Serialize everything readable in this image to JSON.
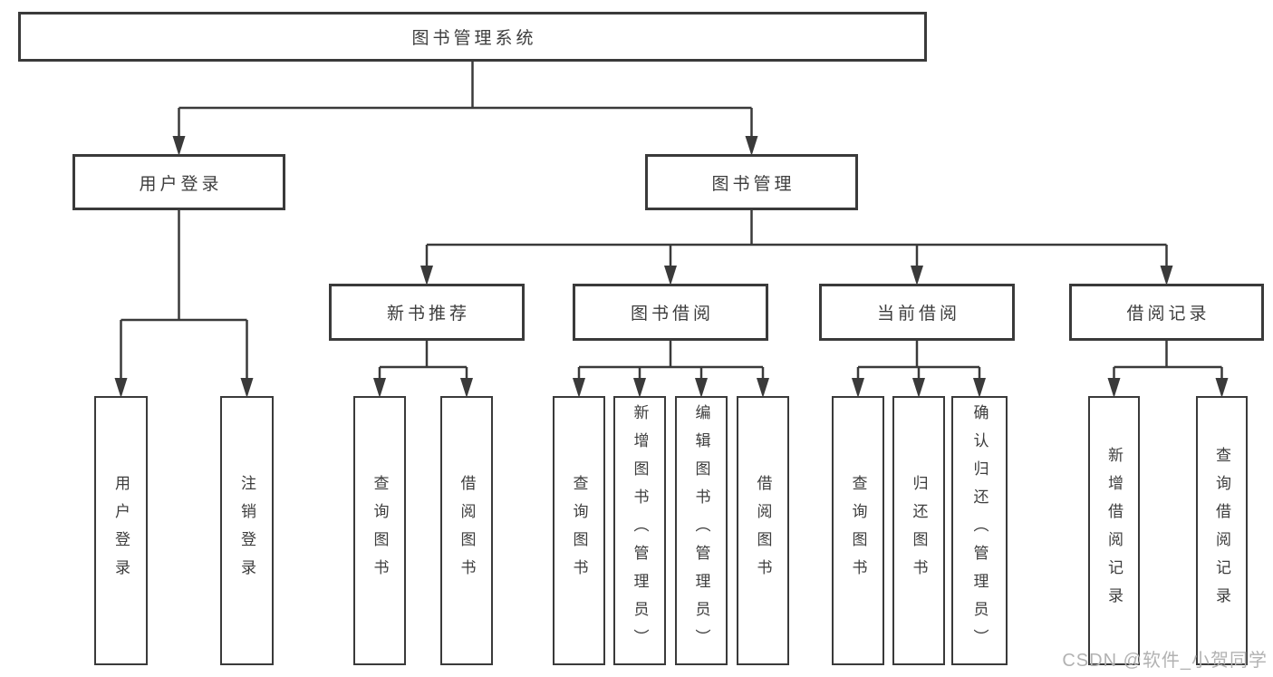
{
  "diagram": {
    "title": "图书管理系统",
    "watermark": "CSDN @软件_小贺同学",
    "colors": {
      "line": "#3a3a3a",
      "border": "#3a3a3a",
      "text": "#3d3d3d",
      "background": "#ffffff",
      "watermark": "#b2b2b2"
    },
    "nodes": [
      {
        "id": "root",
        "label": "图书管理系统",
        "parent": null,
        "level": 1,
        "orientation": "horizontal"
      },
      {
        "id": "user-login",
        "label": "用户登录",
        "parent": "root",
        "level": 2,
        "orientation": "horizontal"
      },
      {
        "id": "book-mgmt",
        "label": "图书管理",
        "parent": "root",
        "level": 2,
        "orientation": "horizontal"
      },
      {
        "id": "new-book-rec",
        "label": "新书推荐",
        "parent": "book-mgmt",
        "level": 3,
        "orientation": "horizontal"
      },
      {
        "id": "book-borrow",
        "label": "图书借阅",
        "parent": "book-mgmt",
        "level": 3,
        "orientation": "horizontal"
      },
      {
        "id": "current-borrow",
        "label": "当前借阅",
        "parent": "book-mgmt",
        "level": 3,
        "orientation": "horizontal"
      },
      {
        "id": "borrow-records",
        "label": "借阅记录",
        "parent": "book-mgmt",
        "level": 3,
        "orientation": "horizontal"
      },
      {
        "id": "leaf-user-login",
        "label": "用户登录",
        "parent": "user-login",
        "level": 4,
        "orientation": "vertical"
      },
      {
        "id": "leaf-logout",
        "label": "注销登录",
        "parent": "user-login",
        "level": 4,
        "orientation": "vertical"
      },
      {
        "id": "leaf-query-book-1",
        "label": "查询图书",
        "parent": "new-book-rec",
        "level": 4,
        "orientation": "vertical"
      },
      {
        "id": "leaf-borrow-book-1",
        "label": "借阅图书",
        "parent": "new-book-rec",
        "level": 4,
        "orientation": "vertical"
      },
      {
        "id": "leaf-query-book-2",
        "label": "查询图书",
        "parent": "book-borrow",
        "level": 4,
        "orientation": "vertical"
      },
      {
        "id": "leaf-add-book",
        "label": "新增图书（管理员）",
        "parent": "book-borrow",
        "level": 4,
        "orientation": "vertical"
      },
      {
        "id": "leaf-edit-book",
        "label": "编辑图书（管理员）",
        "parent": "book-borrow",
        "level": 4,
        "orientation": "vertical"
      },
      {
        "id": "leaf-borrow-book-2",
        "label": "借阅图书",
        "parent": "book-borrow",
        "level": 4,
        "orientation": "vertical"
      },
      {
        "id": "leaf-query-book-3",
        "label": "查询图书",
        "parent": "current-borrow",
        "level": 4,
        "orientation": "vertical"
      },
      {
        "id": "leaf-return-book",
        "label": "归还图书",
        "parent": "current-borrow",
        "level": 4,
        "orientation": "vertical"
      },
      {
        "id": "leaf-confirm-return",
        "label": "确认归还（管理员）",
        "parent": "current-borrow",
        "level": 4,
        "orientation": "vertical"
      },
      {
        "id": "leaf-add-borrow-record",
        "label": "新增借阅记录",
        "parent": "borrow-records",
        "level": 4,
        "orientation": "vertical"
      },
      {
        "id": "leaf-query-borrow-record",
        "label": "查询借阅记录",
        "parent": "borrow-records",
        "level": 4,
        "orientation": "vertical"
      }
    ]
  }
}
